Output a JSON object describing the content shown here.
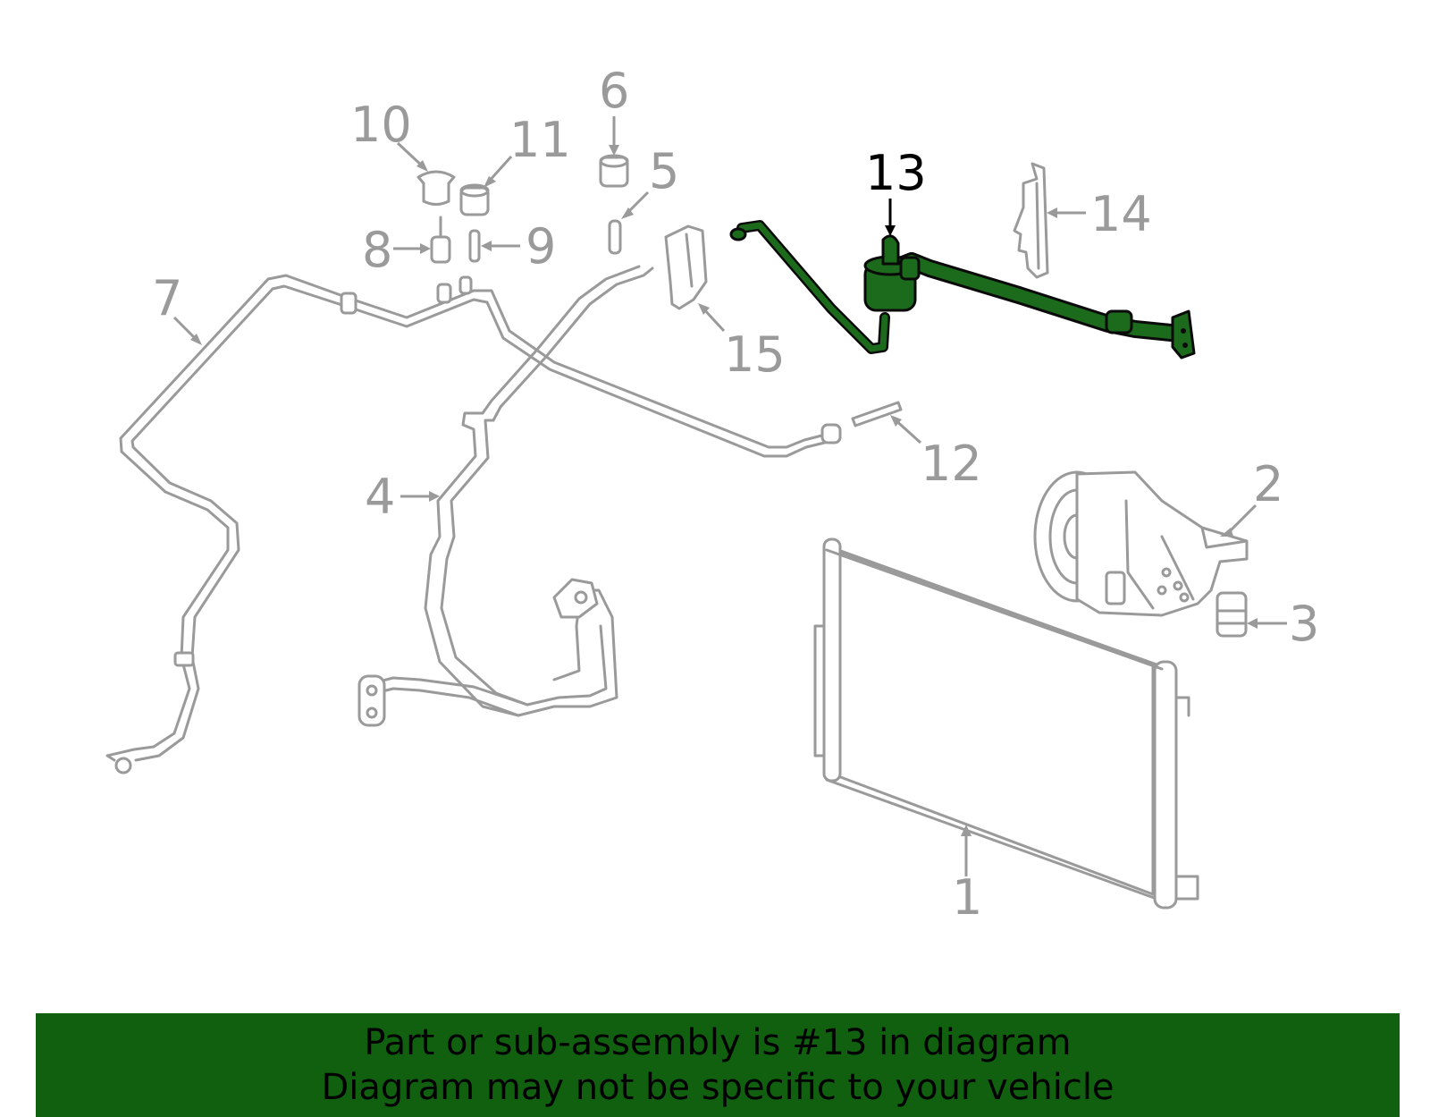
{
  "diagram": {
    "highlighted_part": "13",
    "highlight_color": "#1c6b1c",
    "part_color": "#9a9a9a",
    "callouts": [
      {
        "id": "c1",
        "label": "1"
      },
      {
        "id": "c2",
        "label": "2"
      },
      {
        "id": "c3",
        "label": "3"
      },
      {
        "id": "c4",
        "label": "4"
      },
      {
        "id": "c5",
        "label": "5"
      },
      {
        "id": "c6",
        "label": "6"
      },
      {
        "id": "c7",
        "label": "7"
      },
      {
        "id": "c8",
        "label": "8"
      },
      {
        "id": "c9",
        "label": "9"
      },
      {
        "id": "c10",
        "label": "10"
      },
      {
        "id": "c11",
        "label": "11"
      },
      {
        "id": "c12",
        "label": "12"
      },
      {
        "id": "c13",
        "label": "13"
      },
      {
        "id": "c14",
        "label": "14"
      },
      {
        "id": "c15",
        "label": "15"
      }
    ]
  },
  "banner": {
    "background": "#106010",
    "line1": "Part or sub-assembly is #13 in diagram",
    "line2": "Diagram may not be specific to your vehicle"
  }
}
